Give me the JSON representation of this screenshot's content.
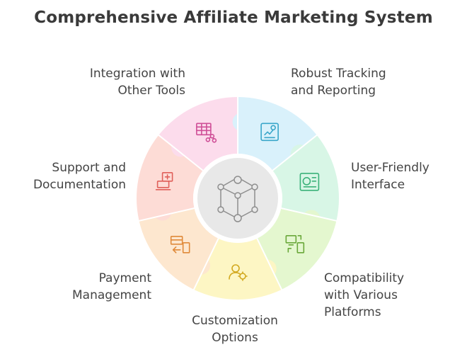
{
  "title": "Comprehensive Affiliate Marketing System",
  "segments": [
    {
      "label": "Robust Tracking\nand Reporting",
      "fill": "#d9f1fb",
      "icon_color": "#3aa6c9",
      "icon": "report-chart-icon"
    },
    {
      "label": "User-Friendly\nInterface",
      "fill": "#d8f6e6",
      "icon_color": "#3bb27a",
      "icon": "interface-window-icon"
    },
    {
      "label": "Compatibility\nwith Various\nPlatforms",
      "fill": "#e4f7cf",
      "icon_color": "#6aa83a",
      "icon": "devices-sync-icon"
    },
    {
      "label": "Customization\nOptions",
      "fill": "#fdf6c4",
      "icon_color": "#d2a81e",
      "icon": "user-gear-icon"
    },
    {
      "label": "Payment\nManagement",
      "fill": "#fde7cf",
      "icon_color": "#e08a3a",
      "icon": "card-phone-icon"
    },
    {
      "label": "Support and\nDocumentation",
      "fill": "#fddcd6",
      "icon_color": "#e0605a",
      "icon": "laptop-help-icon"
    },
    {
      "label": "Integration with\nOther Tools",
      "fill": "#fcdcec",
      "icon_color": "#cf4f97",
      "icon": "table-connect-icon"
    }
  ],
  "hub": {
    "fill": "#e8e8e8",
    "icon": "network-nodes-icon"
  }
}
